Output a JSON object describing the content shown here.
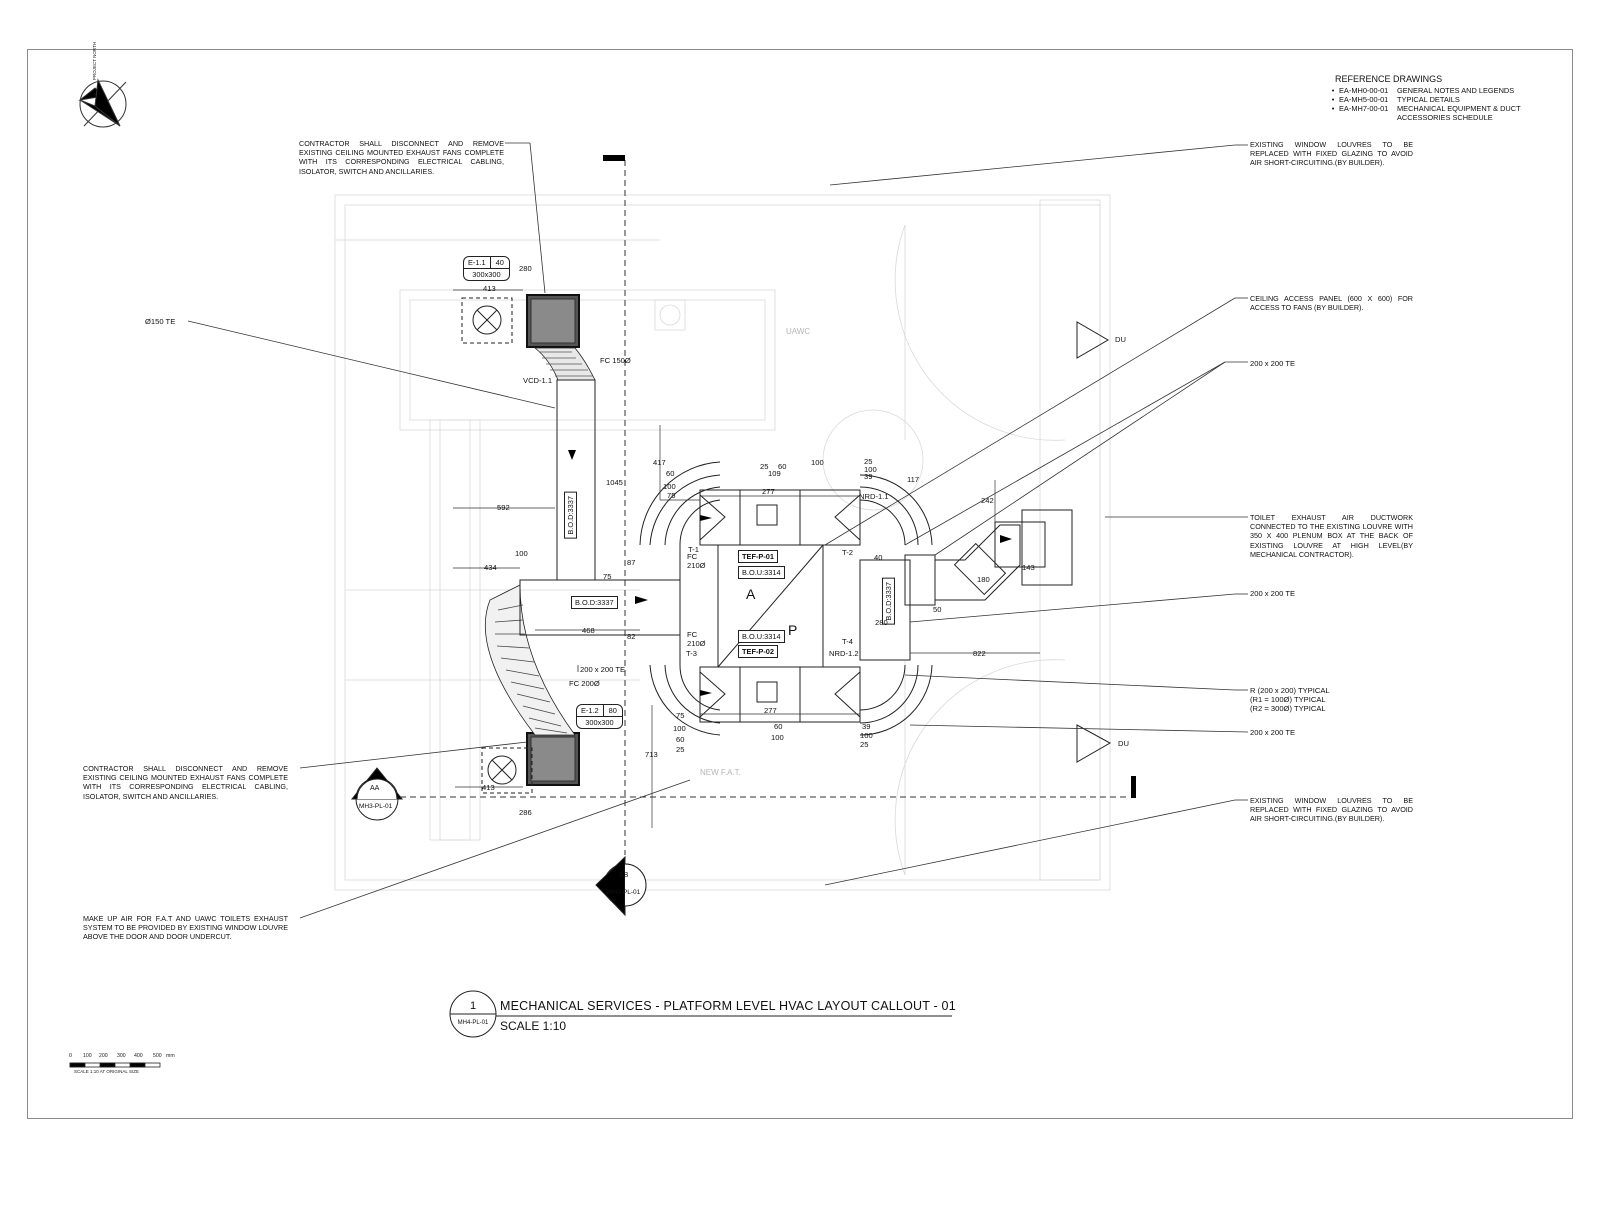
{
  "title_block": {
    "number": "1",
    "sheet": "MH4-PL-01",
    "title": "MECHANICAL SERVICES - PLATFORM LEVEL HVAC LAYOUT CALLOUT - 01",
    "scale": "SCALE 1:10"
  },
  "north_arrow": {
    "label": "PROJECT NORTH"
  },
  "reference_drawings": {
    "title": "REFERENCE DRAWINGS",
    "items": [
      {
        "code": "EA-MH0-00-01",
        "desc": "GENERAL NOTES AND LEGENDS"
      },
      {
        "code": "EA-MH5-00-01",
        "desc": "TYPICAL DETAILS"
      },
      {
        "code": "EA-MH7-00-01",
        "desc": "MECHANICAL EQUIPMENT & DUCT ACCESSORIES SCHEDULE"
      }
    ]
  },
  "notes": {
    "remove_fan_top": "CONTRACTOR SHALL DISCONNECT AND REMOVE EXISTING CEILING MOUNTED EXHAUST FANS COMPLETE WITH ITS CORRESPONDING ELECTRICAL CABLING, ISOLATOR, SWITCH AND ANCILLARIES.",
    "remove_fan_bottom": "CONTRACTOR SHALL DISCONNECT AND REMOVE EXISTING CEILING MOUNTED EXHAUST FANS COMPLETE WITH ITS CORRESPONDING ELECTRICAL CABLING, ISOLATOR, SWITCH AND ANCILLARIES.",
    "louvre_top": "EXISTING WINDOW LOUVRES TO BE REPLACED WITH FIXED GLAZING TO AVOID AIR SHORT-CIRCUITING.(BY BUILDER).",
    "louvre_bottom": "EXISTING WINDOW LOUVRES TO BE REPLACED WITH FIXED GLAZING TO AVOID AIR SHORT-CIRCUITING.(BY BUILDER).",
    "access_panel": "CEILING ACCESS PANEL (600 X 600) FOR ACCESS TO FANS (BY BUILDER).",
    "te_1": "200 x 200 TE",
    "toilet_exhaust": "TOILET EXHAUST AIR DUCTWORK CONNECTED TO THE EXISTING LOUVRE WITH 350 X 400 PLENUM BOX AT THE BACK OF EXISTING LOUVRE AT HIGH LEVEL(BY MECHANICAL CONTRACTOR).",
    "te_2": "200 x 200 TE",
    "radius_1": "R (200 x 200) TYPICAL",
    "radius_2": "(R1 = 100Ø) TYPICAL",
    "radius_3": "(R2 = 300Ø) TYPICAL",
    "te_3": "200 x 200 TE",
    "make_up_air": "MAKE UP AIR FOR F.A.T AND UAWC TOILETS EXHAUST SYSTEM TO BE PROVIDED BY EXISTING WINDOW LOUVRE ABOVE THE DOOR AND DOOR UNDERCUT.",
    "te_150": "Ø150 TE",
    "te_left": "200 x 200 TE"
  },
  "equipment": {
    "e11": {
      "id": "E-1.1",
      "flow": "40",
      "size": "300x300"
    },
    "e12": {
      "id": "E-1.2",
      "flow": "80",
      "size": "300x300"
    },
    "tef1": "TEF-P-01",
    "tef2": "TEF-P-02",
    "bou1": "B.O.U:3314",
    "bou2": "B.O.U:3314",
    "bod_vert_left": "B.O.D:3337",
    "bod_horiz": "B.O.D:3337",
    "bod_vert_right": "B.O.D:3337",
    "vcd": "VCD-1.1",
    "fc150": "FC 150Ø",
    "fc200": "FC 200Ø",
    "fc210_top": "FC 210Ø",
    "fc210_bottom": "FC 210Ø",
    "t1": "T-1",
    "t2": "T-2",
    "t3": "T-3",
    "t4": "T-4",
    "nrd11": "NRD-1.1",
    "nrd12": "NRD-1.2",
    "du_top": "DU",
    "du_bottom": "DU",
    "point_a": "A",
    "point_p": "P"
  },
  "rooms": {
    "uawc": "UAWC",
    "fat": "NEW F.A.T."
  },
  "sections": {
    "aa": {
      "id": "AA",
      "sheet": "MH3-PL-01"
    },
    "bb": {
      "id": "BB",
      "sheet": "MH3-PL-01"
    }
  },
  "dimensions": {
    "d280_top": "280",
    "d413_top": "413",
    "d1045": "1045",
    "d592": "592",
    "d100_l": "100",
    "d434": "434",
    "d75_l": "75",
    "d468": "468",
    "d87": "87",
    "d82": "82",
    "d417": "417",
    "t60a": "60",
    "t100a": "100",
    "t75a": "75",
    "t25a": "25",
    "t109": "109",
    "t60b": "60",
    "t277": "277",
    "t100b": "100",
    "t25b": "25",
    "t100c": "100",
    "t39a": "39",
    "t117": "117",
    "d40": "40",
    "d242": "242",
    "d143": "143",
    "d180": "180",
    "d50": "50",
    "d280_r": "280",
    "d822": "822",
    "b75": "75",
    "b100a": "100",
    "b60a": "60",
    "b25": "25",
    "b277": "277",
    "b60b": "60",
    "b100b": "100",
    "b39": "39",
    "b100c": "100",
    "b25b": "25",
    "d713": "713",
    "d413_bot": "413",
    "d286": "286"
  },
  "scale_bar": {
    "ticks": [
      "0",
      "100",
      "200",
      "300",
      "400",
      "500"
    ],
    "unit": "mm",
    "caption": "SCALE 1:10    AT ORIGINAL SIZE"
  }
}
